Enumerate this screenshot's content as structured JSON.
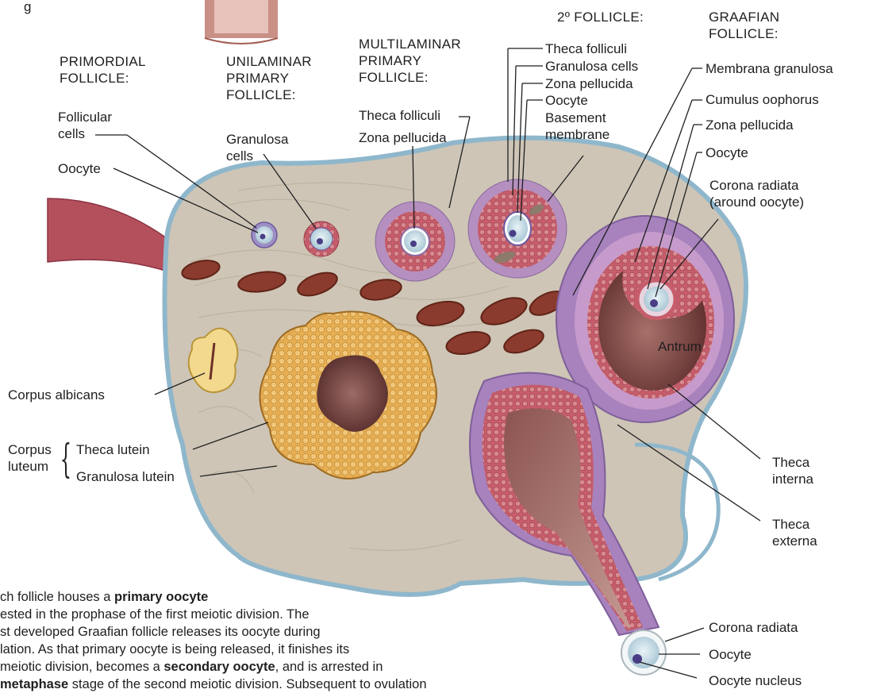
{
  "headers": {
    "primordial": "PRIMORDIAL\nFOLLICLE:",
    "unilaminar": "UNILAMINAR\nPRIMARY\nFOLLICLE:",
    "multilaminar": "MULTILAMINAR\nPRIMARY\nFOLLICLE:",
    "secondary": "2º FOLLICLE:",
    "graafian": "GRAAFIAN\nFOLLICLE:",
    "top_cut": "g"
  },
  "labels": {
    "follicular_cells": "Follicular\ncells",
    "oocyte_primordial": "Oocyte",
    "granulosa_cells_unilaminar": "Granulosa\ncells",
    "theca_folliculi_multi": "Theca folliculi",
    "zona_pellucida_multi": "Zona pellucida",
    "theca_folliculi_2": "Theca folliculi",
    "granulosa_cells_2": "Granulosa cells",
    "zona_pellucida_2": "Zona pellucida",
    "oocyte_2": "Oocyte",
    "basement_membrane": "Basement\nmembrane",
    "membrana_granulosa": "Membrana granulosa",
    "cumulus_oophorus": "Cumulus oophorus",
    "zona_pellucida_g": "Zona pellucida",
    "oocyte_g": "Oocyte",
    "corona_radiata_g": "Corona radiata\n(around oocyte)",
    "antrum": "Antrum",
    "corpus_albicans": "Corpus albicans",
    "corpus_luteum": "Corpus\nluteum",
    "theca_lutein": "Theca lutein",
    "granulosa_lutein": "Granulosa lutein",
    "theca_interna": "Theca\ninterna",
    "theca_externa": "Theca\nexterna",
    "corona_radiata_ov": "Corona radiata",
    "oocyte_ov": "Oocyte",
    "oocyte_nucleus": "Oocyte nucleus"
  },
  "caption": {
    "l1a": "ch follicle houses a ",
    "l1b": "primary oocyte",
    "l2": "ested in the prophase of the first meiotic division. The",
    "l3": "st developed Graafian follicle releases its oocyte during",
    "l4": "lation. As that primary oocyte is being released, it finishes its",
    "l5a": " meiotic division, becomes a ",
    "l5b": "secondary oocyte",
    "l5c": ", and is arrested in",
    "l6a": "metaphase",
    "l6b": " stage of the second meiotic division. Subsequent to ovulation"
  },
  "colors": {
    "stroma": "#cfc6b8",
    "capsule": "#9fc3d6",
    "granulosa": "#c9616e",
    "theca": "#b58fbf",
    "oocyte": "#cfe2ea",
    "nucleus": "#4a3d86",
    "luteum": "#e8b25c",
    "albicans": "#f2d98e",
    "antrum": "#7a4a48",
    "vessel": "#8a3b2e"
  }
}
